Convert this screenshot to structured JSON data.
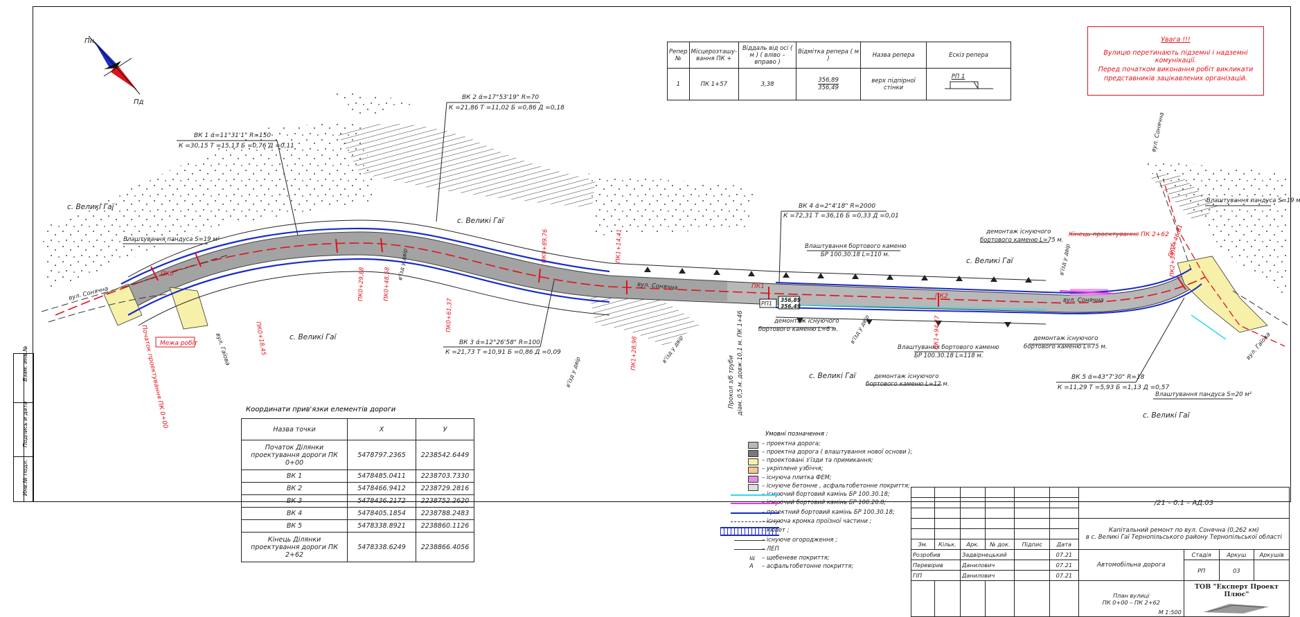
{
  "north": {
    "label_top": "Пн",
    "label_bottom": "Пд"
  },
  "bench_table": {
    "headers": [
      "Репер №",
      "Місцерозташу-вання ПК +",
      "Віддаль від осі ( м ) ( вліво –вправо )",
      "Відмітка репера ( м )",
      "Назва репера",
      "Ескіз репера"
    ],
    "row": {
      "num": "1",
      "pk": "ПК 1+57",
      "dist": "3,38",
      "mark_top": "356,89",
      "mark_bottom": "356,49",
      "name": "верх підпірної стінки",
      "sketch": "РП 1"
    }
  },
  "warning": {
    "title": "Увага !!!",
    "text1": "Вулицю перетинають підземні і надземні комунікації.",
    "text2": "Перед початком виконання робіт викликати",
    "text3": "представників зацікавлених організацій."
  },
  "curves": {
    "vk1": {
      "l1": "ВК 1 ά=11°31'1\" R=150",
      "l2": "К =30,15 Т =15,13 Б =0,76 Д =0,11"
    },
    "vk2": {
      "l1": "ВК 2 ά=17°53'19\" R=70",
      "l2": "К =21,86 Т =11,02 Б =0,86 Д =0,18"
    },
    "vk3": {
      "l1": "ВК 3 ά=12°26'58\" R=100",
      "l2": "К =21,73 Т =10,91 Б =0,86 Д =0,09"
    },
    "vk4": {
      "l1": "ВК 4 ά=2°4'18\" R=2000",
      "l2": "К =72,31 Т =36,16 Б =0,33 Д =0,01"
    },
    "vk5": {
      "l1": "ВК 5 ά=43°7'30\" R=18",
      "l2": "К =11,29 Т =5,93 Б =1,13 Д =0,57"
    }
  },
  "map_labels": {
    "village1": "с. Великі Гаї",
    "village2": "с. Великі Гаї",
    "village3": "с. Великі Гаї",
    "village4": "с. Великі Гаї",
    "village5": "с. Великі Гаї",
    "village6": "с. Великі Гаї",
    "street_left": "вул. Сонячна",
    "street_mid": "вул. Сонячна",
    "street_right": "вул. Сонячна",
    "street_top_right": "вул. Сонячна",
    "street_gaiova_left": "вул. Гаїова",
    "street_gaiova_right": "вул. Гаїова",
    "ramp_left": "Влаштування пандуса S=19 м²",
    "ramp_right_top": "Влаштування пандуса S=19 м²",
    "ramp_right_bottom": "Влаштування пандуса S=20 м²",
    "curb_install_1a": "Влаштування бортового каменю",
    "curb_install_1b": "БР 100.30.18 L=110 м.",
    "curb_install_2a": "Влаштування бортового каменю",
    "curb_install_2b": "БР 100.30.18 L=118 м.",
    "demolish_1a": "демонтаж існуючого",
    "demolish_1b": "бортового каменю L=6 м.",
    "demolish_2a": "демонтаж існуючого",
    "demolish_2b": "бортового каменю L=12 м.",
    "demolish_3a": "демонтаж існуючого",
    "demolish_3b": "бортового каменю L=75 м.",
    "demolish_4a": "демонтаж існуючого",
    "demolish_4b": "бортового каменю L=75 м.",
    "end_project": "Кінець проектування ПК 2+62",
    "start_project": "Початок проектування ПК 0+00",
    "works_limit": "Межа робіт",
    "pipe_1": "Прокол з/б труби",
    "pipe_2": "діам. 0,5 м. довж.10,1 м. ПК 1+46",
    "yard_1": "в'їзд у двір",
    "yard_2": "в'їзд у двір",
    "yard_3": "в'їзд у двір",
    "yard_4": "в'їзд у двір",
    "yard_5": "в'їзд у двір",
    "rp_tag": "РП1",
    "rp_mark1": "356,89",
    "rp_mark2": "356,49",
    "pk": [
      "ПК0",
      "ПК1",
      "ПК2",
      "ПК0+18,45",
      "ПК0+29,88",
      "ПК0+48,58",
      "ПК0+61,37",
      "ПК0+89,76",
      "ПК1+14,41",
      "ПК1+28,98",
      "ПК1+94,27",
      "ПК2+39,16",
      "ПК2+46,81"
    ]
  },
  "coords_table": {
    "title": "Координати прив'язки елементів дороги",
    "headers": [
      "Назва точки",
      "Х",
      "У"
    ],
    "rows": [
      [
        "Початок Ділянки проектування дороги ПК 0+00",
        "5478797.2365",
        "2238542.6449"
      ],
      [
        "ВК 1",
        "5478485.0411",
        "2238703.7330"
      ],
      [
        "ВК 2",
        "5478466.9412",
        "2238729.2816"
      ],
      [
        "ВК 3",
        "5478436.2172",
        "2238752.2620"
      ],
      [
        "ВК 4",
        "5478405.1854",
        "2238788.2483"
      ],
      [
        "ВК 5",
        "5478338.8921",
        "2238860.1126"
      ],
      [
        "Кінець Ділянки проектування дороги ПК 2+62",
        "5478338.6249",
        "2238866.4056"
      ]
    ]
  },
  "legend": {
    "title": "Умовні позначення :",
    "items": [
      {
        "text": "– проектна дорога;",
        "swatch": "#b8b8b8",
        "kind": "box"
      },
      {
        "text": "– проектна дорога ( влаштування нової основи );",
        "swatch": "#7a7a7a",
        "kind": "box"
      },
      {
        "text": "– проектовані з'їзди та примикання;",
        "swatch": "#f7f0a8",
        "kind": "box"
      },
      {
        "text": "– укріплене узбіччя;",
        "swatch": "#f3c98a",
        "kind": "box"
      },
      {
        "text": "– існуюча плитка ФЕМ;",
        "swatch": "#e58ce5",
        "kind": "box"
      },
      {
        "text": "– існуюче бетонне , асфальтобетонне покриття;",
        "swatch": "#dcdcdc",
        "kind": "box"
      },
      {
        "text": "– існуючий бортовий камінь БР 100.30.18;",
        "swatch": "#2fd7ea",
        "kind": "line"
      },
      {
        "text": "– існуючий бортовий камінь БР 100.20.8;",
        "swatch": "#e63cd9",
        "kind": "line"
      },
      {
        "text": "– проектний бортовий камінь БР 100.30.18;",
        "swatch": "#1a2ac8",
        "kind": "line"
      },
      {
        "text": "– існуюча кромка проїзної частини ;",
        "swatch": "#333333",
        "kind": "dash"
      },
      {
        "text": "– кювет ;",
        "swatch": "#1a2ac8",
        "kind": "ditch"
      },
      {
        "text": "– існуюче огородження ;",
        "swatch": "#333333",
        "kind": "fence"
      },
      {
        "text": "– ЛЕП",
        "swatch": "#333333",
        "kind": "lep"
      },
      {
        "text": "– щебеневе покриття;",
        "swatch": "#333333",
        "kind": "sym",
        "sym": "щ"
      },
      {
        "text": "– асфальтобетонне покриття;",
        "swatch": "#333333",
        "kind": "sym",
        "sym": "А"
      }
    ]
  },
  "stamp": {
    "code": "/21 – 0.1 – АД.03",
    "object1": "Капітальний ремонт по вул. Сонячна (0,262 км)",
    "object2": "в с. Великі Гаї Тернопільського району Тернопільської області",
    "section": "Автомобільна дорога",
    "sheet_title1": "План вулиці",
    "sheet_title2": "ПК 0+00 – ПК 2+62",
    "scale": "М 1:500",
    "company": "ТОВ \"Експерт Проект Плюс\"",
    "col_labels": [
      "Зм.",
      "Кільк.",
      "Арк.",
      "№ док.",
      "Підпис",
      "Дата"
    ],
    "people": [
      {
        "role": "Розробив",
        "name": "Задвірнецький",
        "date": "07.21"
      },
      {
        "role": "Перевірив",
        "name": "Данилович",
        "date": "07.21"
      },
      {
        "role": "ГІП",
        "name": "Данилович",
        "date": "07.21"
      }
    ],
    "stage_hdr": [
      "Стадія",
      "Аркуш",
      "Аркушів"
    ],
    "stage_vals": [
      "РП",
      "03",
      ""
    ],
    "side": [
      "Взам. инв.№",
      "Подпись и дата",
      "Инв.№ подл."
    ]
  }
}
